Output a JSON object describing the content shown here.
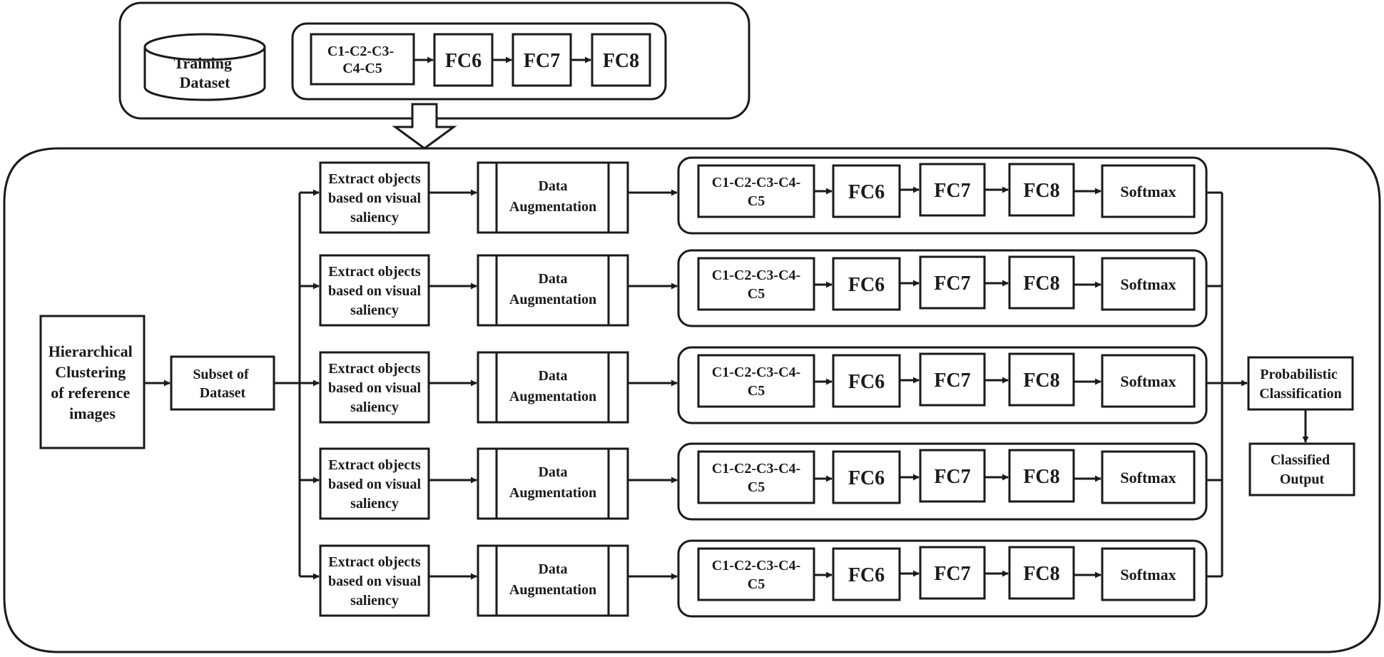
{
  "training": {
    "dataset_label": [
      "Training",
      "Dataset"
    ],
    "conv_label": [
      "C1-C2-C3-",
      "C4-C5"
    ],
    "fc6": "FC6",
    "fc7": "FC7",
    "fc8": "FC8"
  },
  "input": {
    "clustering_label": [
      "Hierarchical",
      "Clustering",
      "of reference",
      "images"
    ],
    "subset_label": [
      "Subset of",
      "Dataset"
    ]
  },
  "branch": {
    "extract_label": [
      "Extract objects",
      "based on visual",
      "saliency"
    ],
    "augment_label": [
      "Data",
      "Augmentation"
    ],
    "conv_label": [
      "C1-C2-C3-C4-",
      "C5"
    ],
    "fc6": "FC6",
    "fc7": "FC7",
    "fc8": "FC8",
    "softmax": "Softmax"
  },
  "output": {
    "classification_label": [
      "Probabilistic",
      "Classification"
    ],
    "classified_label": [
      "Classified",
      "Output"
    ]
  },
  "colors": {
    "stroke": "#1a1a1a",
    "background": "#ffffff"
  }
}
